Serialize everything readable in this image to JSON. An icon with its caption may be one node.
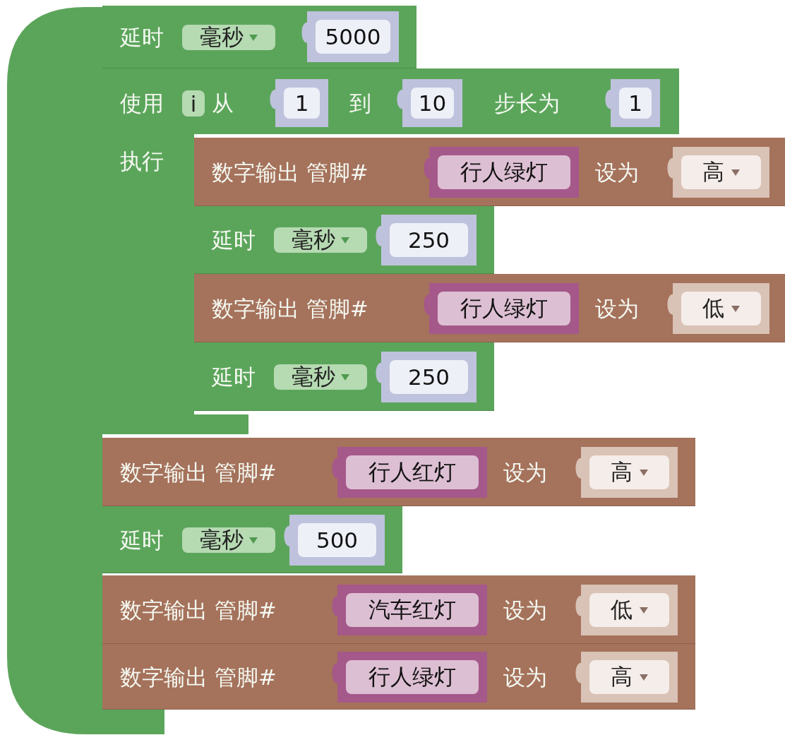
{
  "diagram": {
    "nodes": [
      {
        "text": [],
        "shape": "box"
      },
      {
        "text": [
          "延时"
        ]
      },
      {
        "text": [
          "毫秒"
        ],
        "in": 1
      },
      {
        "text": [
          "5000"
        ],
        "in": 1
      },
      {
        "text": [
          "使用",
          "从",
          "到",
          "步长为",
          "执行"
        ]
      },
      {
        "text": [
          "i"
        ],
        "in": 4
      },
      {
        "text": [
          "1"
        ],
        "in": 4
      },
      {
        "text": [
          "10"
        ],
        "in": 4
      },
      {
        "text": [
          "1"
        ],
        "in": 4
      },
      {
        "text": [
          "数字输出 管脚#",
          "设为"
        ]
      },
      {
        "text": [
          "行人绿灯"
        ],
        "in": 9
      },
      {
        "text": [
          "高"
        ],
        "in": 9
      },
      {
        "text": [
          "延时"
        ],
        "in": 4
      },
      {
        "text": [
          "毫秒"
        ],
        "in": 12
      },
      {
        "text": [
          "250"
        ],
        "in": 12
      },
      {
        "text": [
          "数字输出 管脚#",
          "设为"
        ]
      },
      {
        "text": [
          "行人绿灯"
        ],
        "in": 15
      },
      {
        "text": [
          "低"
        ],
        "in": 15
      },
      {
        "text": [
          "延时"
        ],
        "in": 4
      },
      {
        "text": [
          "毫秒"
        ],
        "in": 18
      },
      {
        "text": [
          "250"
        ],
        "in": 18
      },
      {
        "text": [
          "数字输出 管脚#",
          "设为"
        ]
      },
      {
        "text": [
          "行人红灯"
        ],
        "in": 21
      },
      {
        "text": [
          "高"
        ],
        "in": 21
      },
      {
        "text": [
          "延时"
        ]
      },
      {
        "text": [
          "毫秒"
        ],
        "in": 24
      },
      {
        "text": [
          "500"
        ],
        "in": 24
      },
      {
        "text": [
          "数字输出 管脚#",
          "设为"
        ]
      },
      {
        "text": [
          "汽车红灯"
        ],
        "in": 27
      },
      {
        "text": [
          "低"
        ],
        "in": 27
      },
      {
        "text": [
          "数字输出 管脚#",
          "设为"
        ]
      },
      {
        "text": [
          "行人绿灯"
        ],
        "in": 30
      },
      {
        "text": [
          "高"
        ],
        "in": 30
      }
    ]
  }
}
